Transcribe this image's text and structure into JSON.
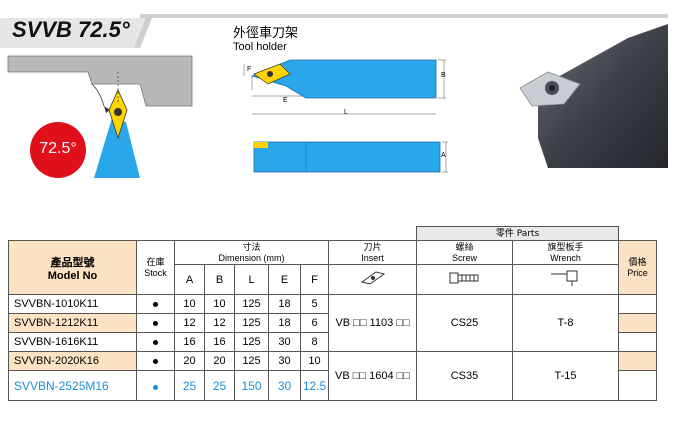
{
  "header": {
    "title": "SVVB 72.5°",
    "cn_title": "外徑車刀架",
    "en_title": "Tool holder",
    "angle_badge": "72.5°",
    "colors": {
      "tool_blue": "#2aa7ea",
      "badge_red": "#e0101a",
      "header_bg": "#fbe3c3",
      "highlight_blue": "#1d8fd6"
    }
  },
  "drawing": {
    "dim_A": "A",
    "dim_B": "B",
    "dim_E": "E",
    "dim_F": "F",
    "dim_L": "L"
  },
  "table": {
    "parts_header": "零件 Parts",
    "model_cn": "產品型號",
    "model_en": "Model No",
    "stock_cn": "在庫",
    "stock_en": "Stock",
    "dim_cn": "寸法",
    "dim_en": "Dimension (mm)",
    "insert_cn": "刀片",
    "insert_en": "Insert",
    "screw_cn": "螺絲",
    "screw_en": "Screw",
    "wrench_cn": "旗型板手",
    "wrench_en": "Wrench",
    "price_cn": "價格",
    "price_en": "Price",
    "dim_cols": [
      "A",
      "B",
      "L",
      "E",
      "F"
    ],
    "rows": [
      {
        "model": "SVVBN-1010K11",
        "A": "10",
        "B": "10",
        "L": "125",
        "E": "18",
        "F": "5"
      },
      {
        "model": "SVVBN-1212K11",
        "A": "12",
        "B": "12",
        "L": "125",
        "E": "18",
        "F": "6"
      },
      {
        "model": "SVVBN-1616K11",
        "A": "16",
        "B": "16",
        "L": "125",
        "E": "30",
        "F": "8"
      },
      {
        "model": "SVVBN-2020K16",
        "A": "20",
        "B": "20",
        "L": "125",
        "E": "30",
        "F": "10"
      },
      {
        "model": "SVVBN-2525M16",
        "A": "25",
        "B": "25",
        "L": "150",
        "E": "30",
        "F": "12.5"
      }
    ],
    "group1": {
      "insert": "VB □□ 1103 □□",
      "screw": "CS25",
      "wrench": "T-8"
    },
    "group2": {
      "insert": "VB □□ 1604 □□",
      "screw": "CS35",
      "wrench": "T-15"
    }
  }
}
